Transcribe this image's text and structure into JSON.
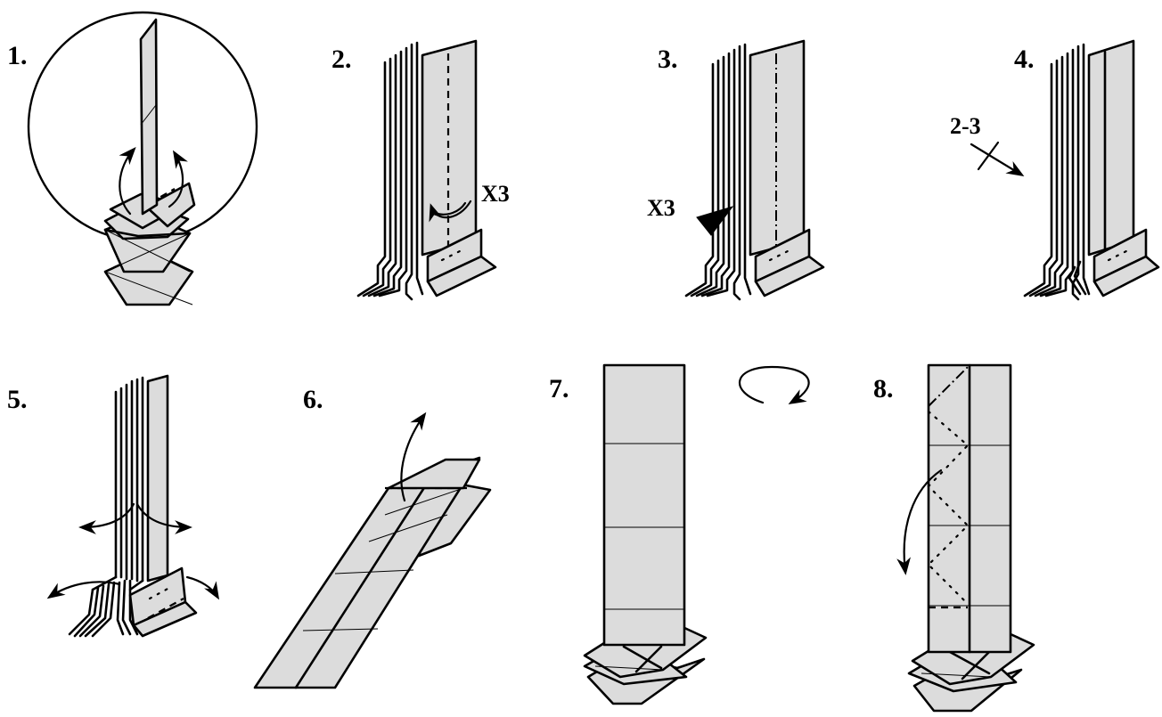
{
  "steps": [
    {
      "number": "1."
    },
    {
      "number": "2.",
      "label": "X3"
    },
    {
      "number": "3.",
      "label": "X3"
    },
    {
      "number": "4.",
      "label": "2-3"
    },
    {
      "number": "5."
    },
    {
      "number": "6."
    },
    {
      "number": "7."
    },
    {
      "number": "8."
    }
  ],
  "colors": {
    "paper": "#dcdcdc",
    "line": "#000000",
    "background": "#ffffff"
  }
}
